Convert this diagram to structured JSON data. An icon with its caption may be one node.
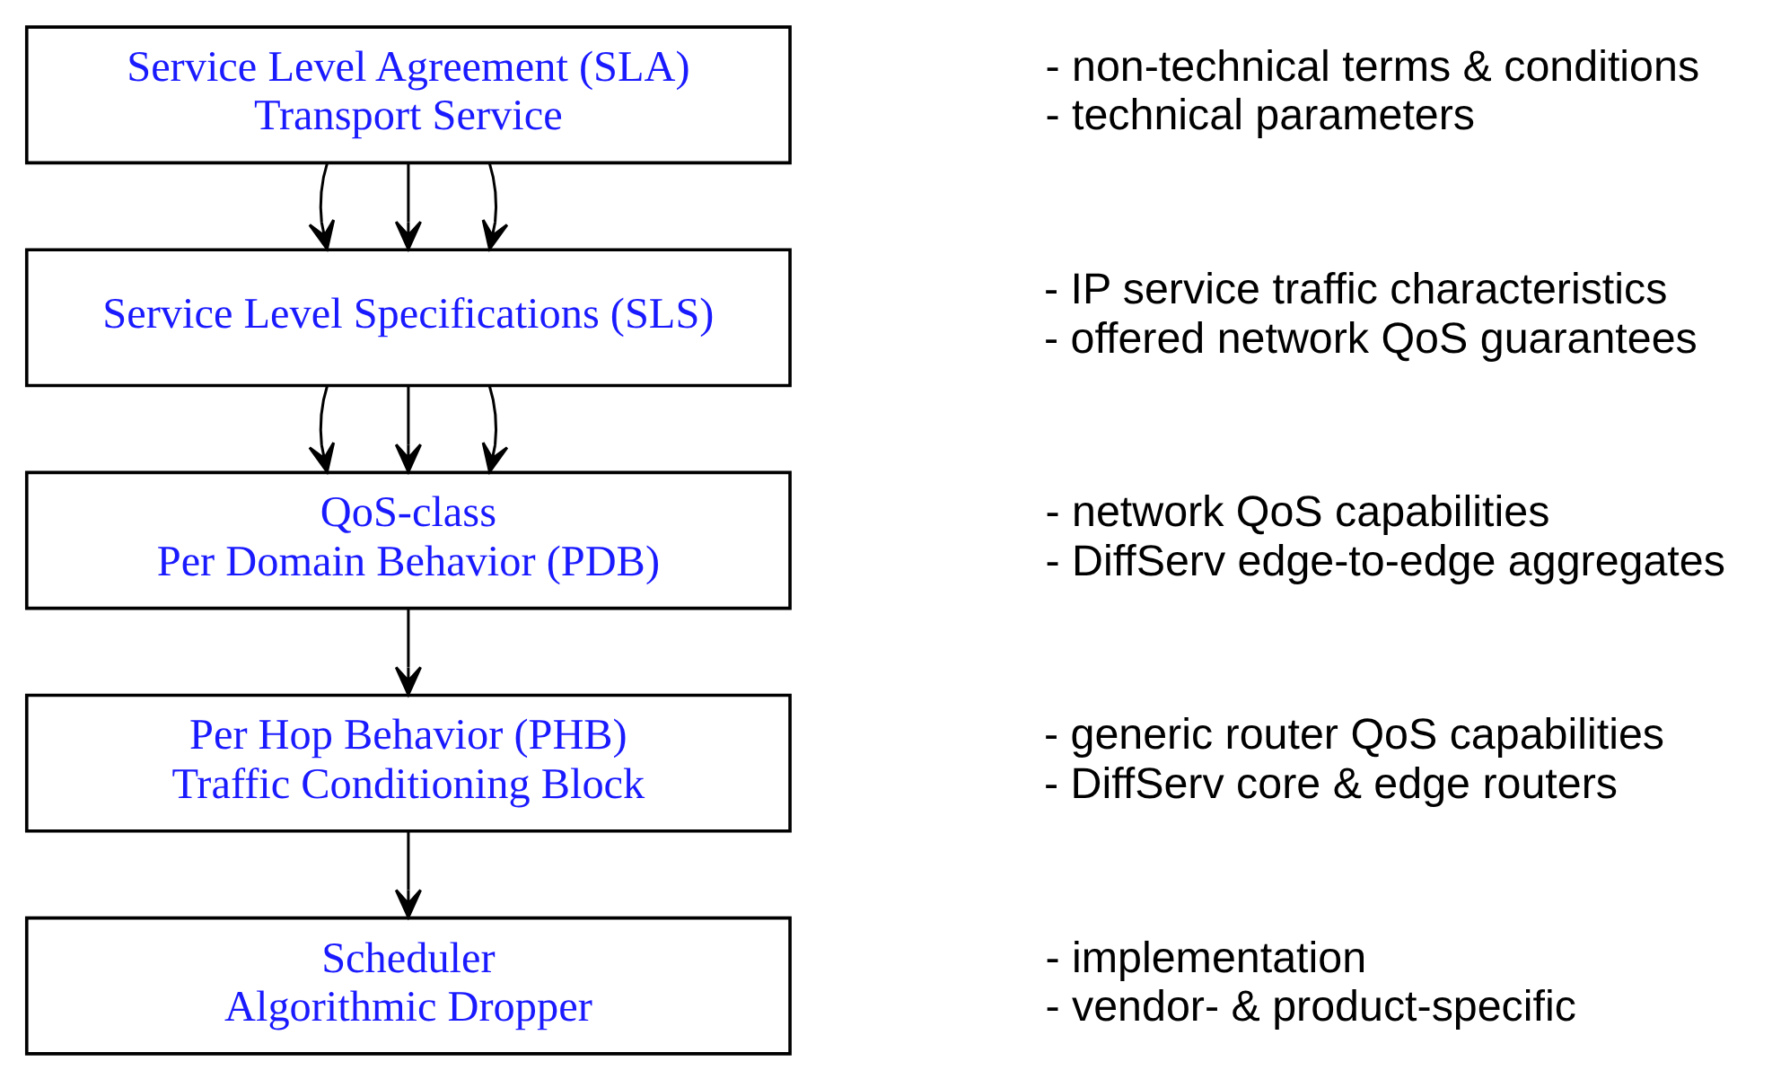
{
  "diagram": {
    "nodes": [
      {
        "text": [
          "Service Level Agreement (SLA)",
          "Transport Service"
        ],
        "beside": [
          "- non-technical terms & conditions",
          "- technical parameters"
        ]
      },
      {
        "text": [
          "Service Level Specifications (SLS)"
        ],
        "beside": [
          "- IP service traffic characteristics",
          "- offered network QoS guarantees"
        ]
      },
      {
        "text": [
          "QoS-class",
          "Per Domain Behavior (PDB)"
        ],
        "beside": [
          "- network QoS capabilities",
          "- DiffServ edge-to-edge aggregates"
        ]
      },
      {
        "text": [
          "Per Hop Behavior (PHB)",
          "Traffic Conditioning Block"
        ],
        "beside": [
          "- generic router QoS capabilities",
          "- DiffServ core & edge routers"
        ]
      },
      {
        "text": [
          "Scheduler",
          "Algorithmic Dropper"
        ],
        "beside": [
          "- implementation",
          "- vendor- & product-specific"
        ]
      }
    ],
    "edges": [
      {
        "from": 0,
        "to": 1,
        "arrow": "to"
      },
      {
        "from": 0,
        "to": 1,
        "arrow": "to"
      },
      {
        "from": 0,
        "to": 1,
        "arrow": "to"
      },
      {
        "from": 1,
        "to": 2,
        "arrow": "to"
      },
      {
        "from": 1,
        "to": 2,
        "arrow": "to"
      },
      {
        "from": 1,
        "to": 2,
        "arrow": "to"
      },
      {
        "from": 2,
        "to": 3,
        "arrow": "to"
      },
      {
        "from": 3,
        "to": 4,
        "arrow": "to"
      }
    ]
  }
}
